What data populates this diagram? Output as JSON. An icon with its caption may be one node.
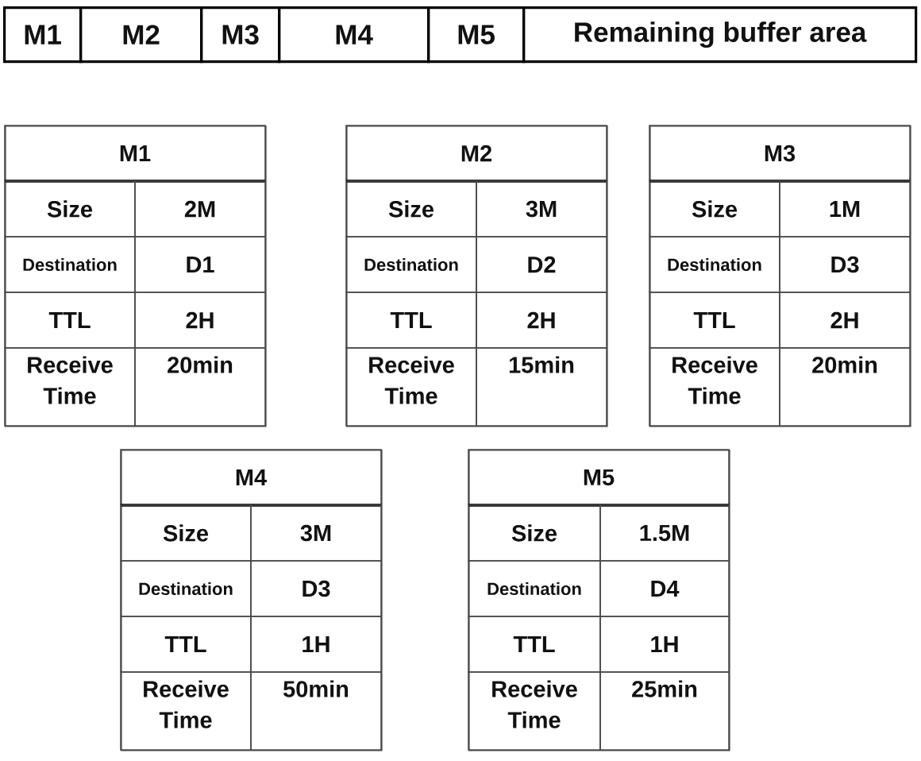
{
  "diagram": {
    "nodes": [
      {
        "text": [
          "M1"
        ]
      },
      {
        "text": [
          "M2"
        ]
      },
      {
        "text": [
          "M3"
        ]
      },
      {
        "text": [
          "M4"
        ]
      },
      {
        "text": [
          "M5"
        ]
      },
      {
        "text": [
          "Remaining buffer area"
        ]
      },
      {
        "text": [
          "M1",
          "Size",
          "2M",
          "Destination",
          "D1",
          "TTL",
          "2H",
          "Receive Time",
          "20min"
        ]
      },
      {
        "text": [
          "M2",
          "Size",
          "3M",
          "Destination",
          "D2",
          "TTL",
          "2H",
          "Receive Time",
          "15min"
        ]
      },
      {
        "text": [
          "M3",
          "Size",
          "1M",
          "Destination",
          "D3",
          "TTL",
          "2H",
          "Receive Time",
          "20min"
        ]
      },
      {
        "text": [
          "M4",
          "Size",
          "3M",
          "Destination",
          "D3",
          "TTL",
          "1H",
          "Receive Time",
          "50min"
        ]
      },
      {
        "text": [
          "M5",
          "Size",
          "1.5M",
          "Destination",
          "D4",
          "TTL",
          "1H",
          "Receive Time",
          "25min"
        ]
      }
    ]
  }
}
